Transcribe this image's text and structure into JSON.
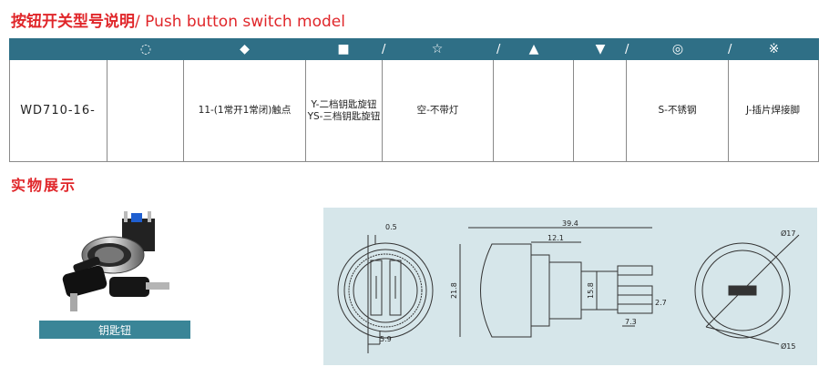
{
  "title": {
    "cn": "按钮开关型号说明",
    "en": "/ Push button switch model"
  },
  "table": {
    "header_symbols": [
      {
        "glyph": "◌",
        "name": "circle-outline-symbol-icon"
      },
      {
        "glyph": "◆",
        "name": "diamond-symbol-icon"
      },
      {
        "glyph": "■",
        "name": "square-symbol-icon"
      },
      {
        "glyph": "☆",
        "name": "star-symbol-icon"
      },
      {
        "glyph": "▲",
        "name": "triangle-up-symbol-icon"
      },
      {
        "glyph": "▼",
        "name": "triangle-down-symbol-icon"
      },
      {
        "glyph": "◎",
        "name": "double-circle-symbol-icon"
      },
      {
        "glyph": "※",
        "name": "reference-mark-symbol-icon"
      }
    ],
    "separator": "/",
    "model_code": "WD710-16-",
    "cells": {
      "contacts": "11-(1常开1常闭)触点",
      "key_type_1": "Y-二档钥匙旋钮",
      "key_type_2": "YS-三档钥匙旋钮",
      "lamp": "空-不带灯",
      "material": "S-不锈钢",
      "terminal": "J-插片焊接脚"
    }
  },
  "section_title": "实物展示",
  "photo_caption": "钥匙钮",
  "drawing": {
    "dims": {
      "d_0_5": "0.5",
      "d_5_9": "5.9",
      "d_39_4": "39.4",
      "d_12_1": "12.1",
      "d_21_8": "21.8",
      "d_15_8": "15.8",
      "d_2_7": "2.7",
      "d_7_3": "7.3",
      "d_17": "Ø17",
      "d_15": "Ø15"
    }
  },
  "colors": {
    "accent_red": "#e0262a",
    "header_teal": "#2f6f86",
    "drawing_bg": "#d6e6ea"
  }
}
